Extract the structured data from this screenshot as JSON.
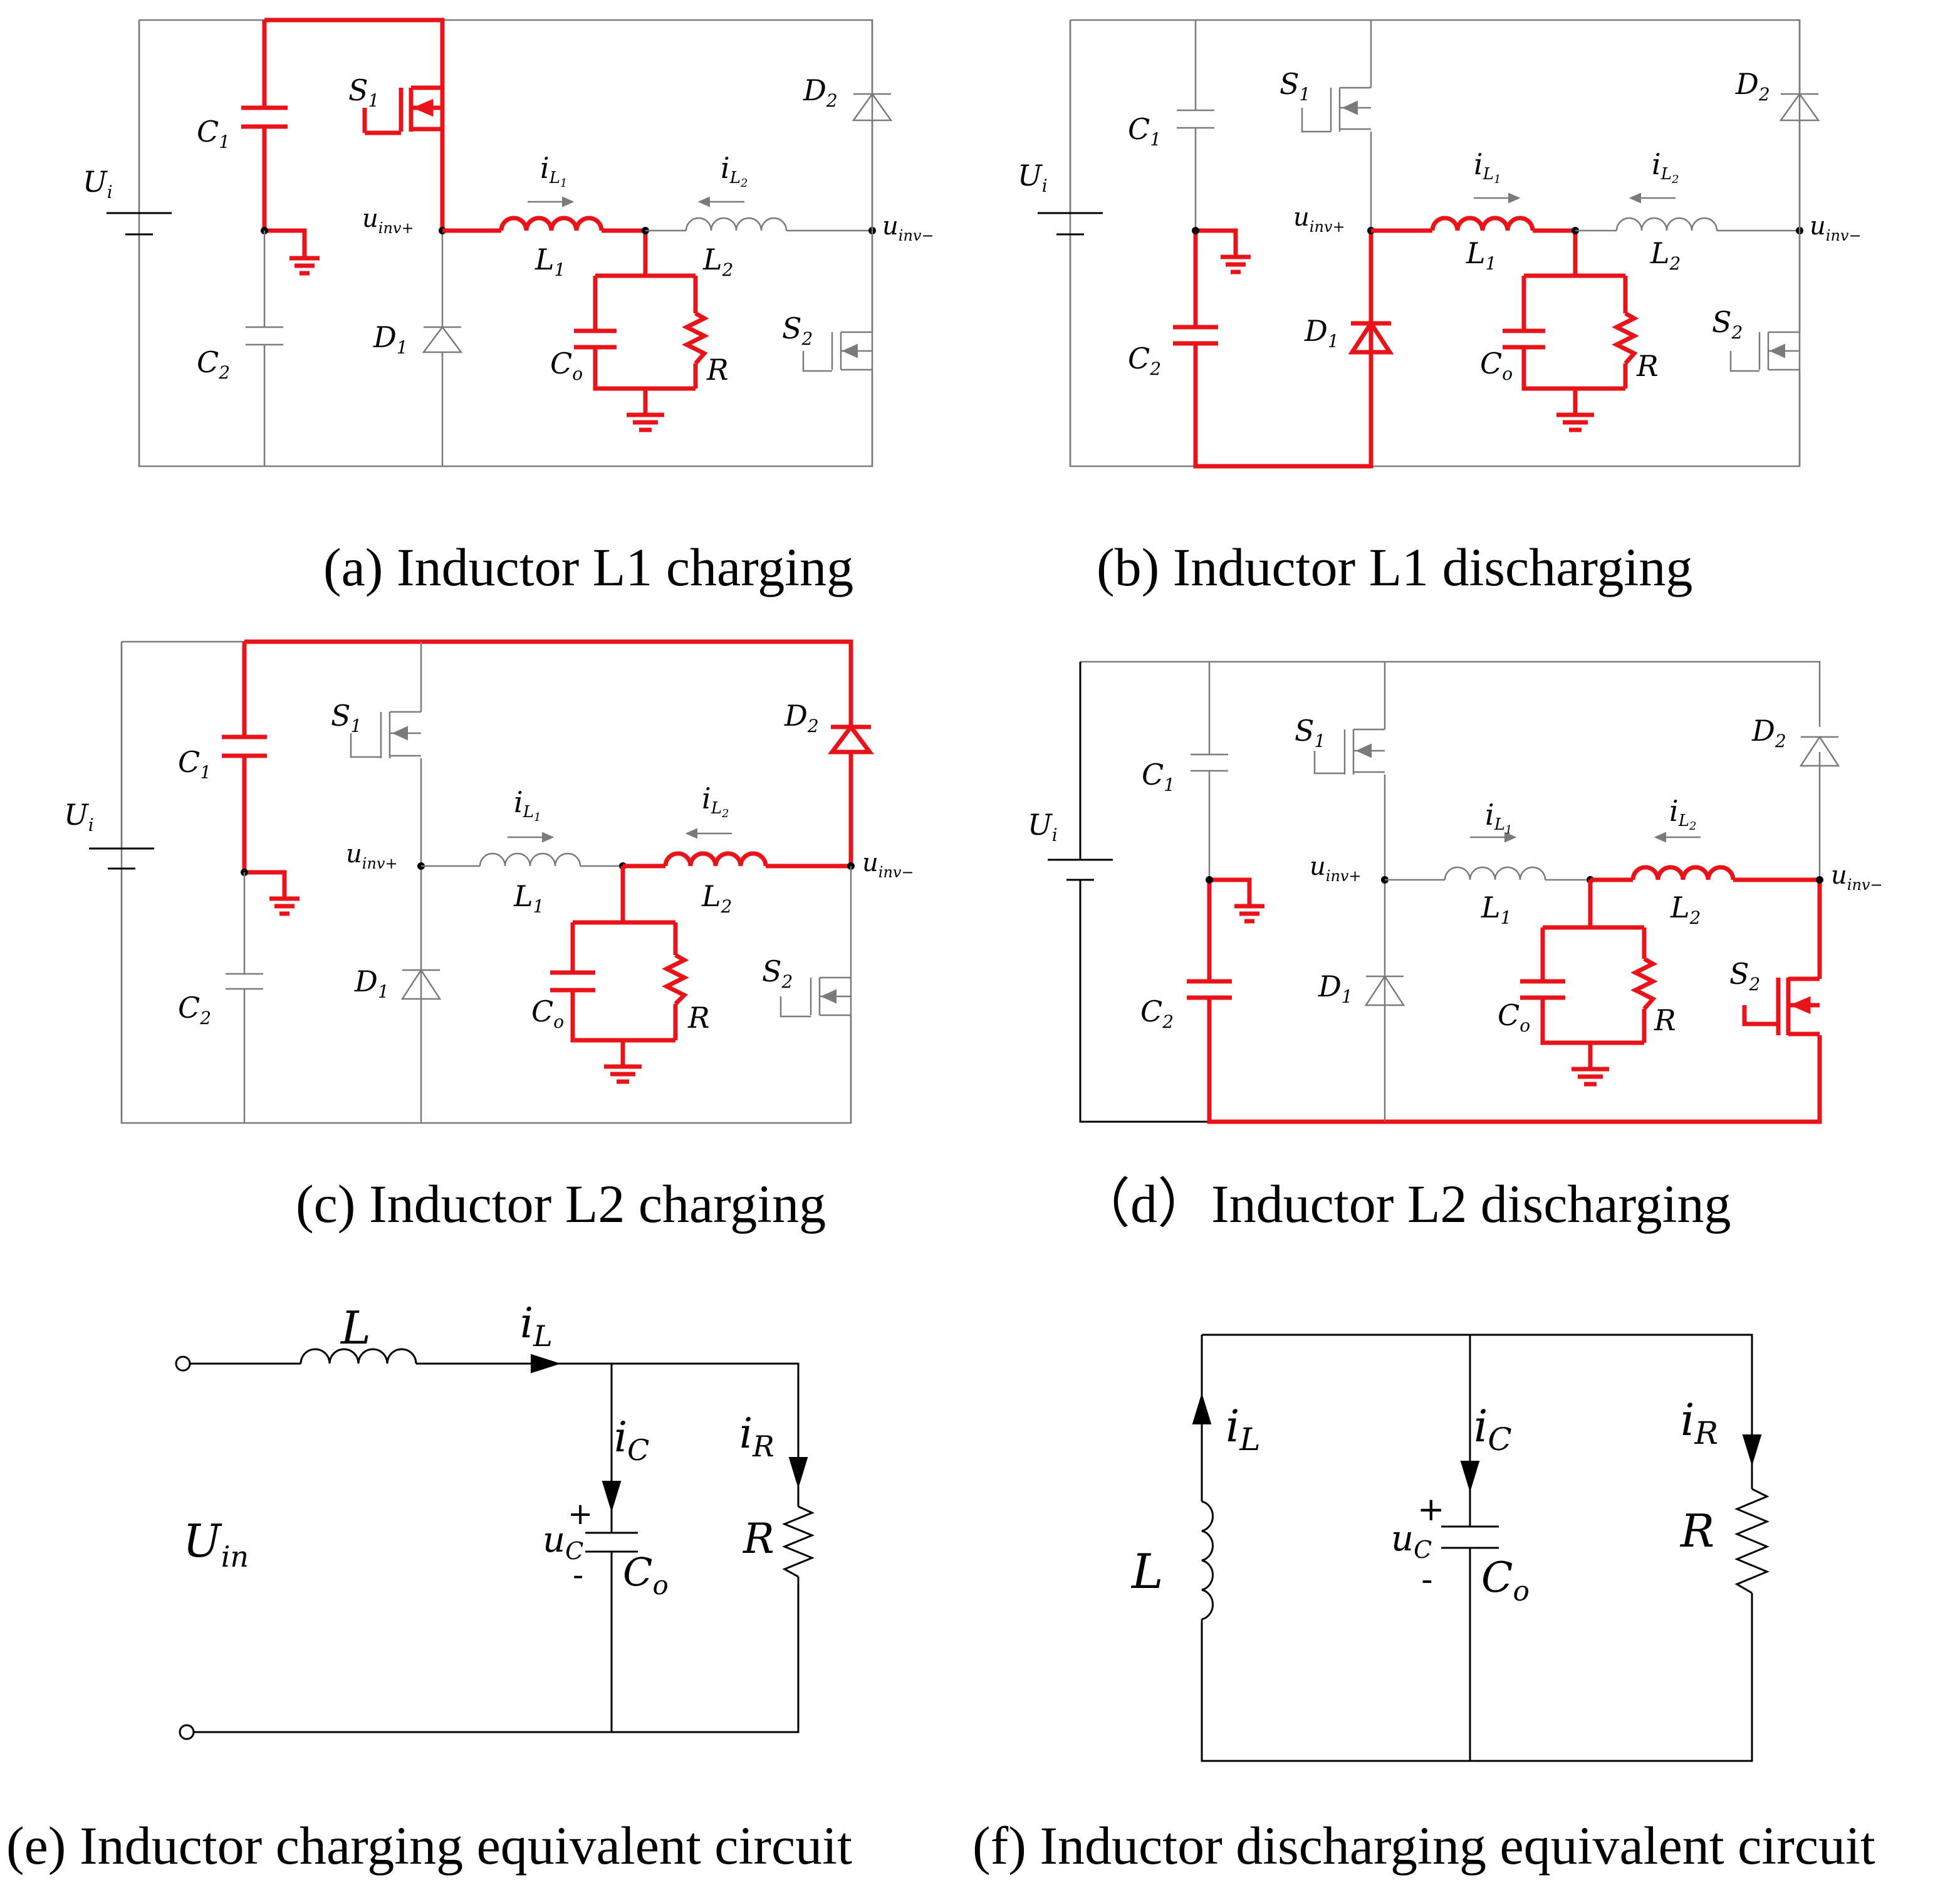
{
  "captions": {
    "a": "(a) Inductor L1 charging",
    "b": "(b) Inductor L1 discharging",
    "c": "(c) Inductor L2 charging",
    "d": "（d）Inductor L2 discharging",
    "e": "(e) Inductor charging equivalent circuit",
    "f": "(f) Inductor discharging equivalent circuit"
  },
  "labels": {
    "Ui": "U",
    "Ui_sub": "i",
    "C1": "C",
    "C1_sub": "1",
    "C2": "C",
    "C2_sub": "2",
    "S1": "S",
    "S1_sub": "1",
    "S2": "S",
    "S2_sub": "2",
    "D1": "D",
    "D1_sub": "1",
    "D2": "D",
    "D2_sub": "2",
    "L1": "L",
    "L1_sub": "1",
    "L2": "L",
    "L2_sub": "2",
    "iL1": "i",
    "iL1_sub": "L",
    "iL1_subsub": "1",
    "iL2": "i",
    "iL2_sub": "L",
    "iL2_subsub": "2",
    "uinvp": "u",
    "uinvp_sub": "inv+",
    "uinvm": "u",
    "uinvm_sub": "inv−",
    "Co": "C",
    "Co_sub": "o",
    "R": "R"
  },
  "equivalent": {
    "L": "L",
    "iL": "i",
    "iL_sub": "L",
    "iC": "i",
    "iC_sub": "C",
    "iR": "i",
    "iR_sub": "R",
    "Uin": "U",
    "Uin_sub": "in",
    "uC": "u",
    "uC_sub": "C",
    "Co": "C",
    "Co_sub": "o",
    "R": "R",
    "plus": "+",
    "minus": "-"
  },
  "colors": {
    "highlight": "#e8141a",
    "inactive": "#7a7a7a",
    "wire": "#000000"
  }
}
